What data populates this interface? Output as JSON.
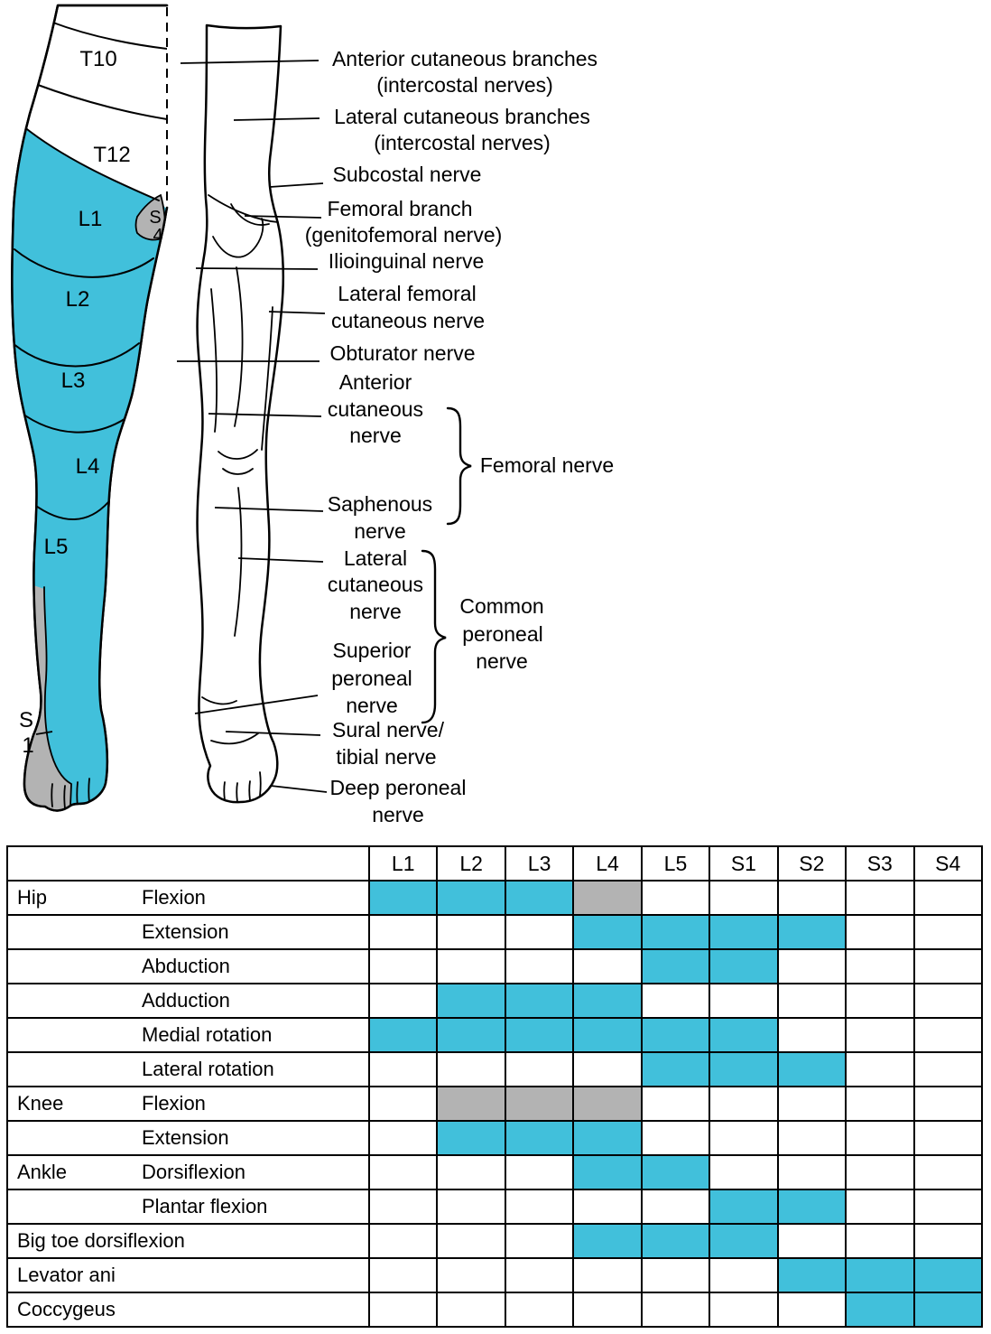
{
  "colors": {
    "cyan": "#41C0DB",
    "gray": "#B3B3B3"
  },
  "figure": {
    "dermatomes": {
      "t10": "T10",
      "t12": "T12",
      "l1": "L1",
      "l2": "L2",
      "l3": "L3",
      "l4": "L4",
      "l5": "L5",
      "s4_line1": "S",
      "s4_line2": "4",
      "s1_line1": "S",
      "s1_line2": "1"
    },
    "nerves": [
      {
        "lines": [
          "Anterior cutaneous branches",
          "(intercostal nerves)"
        ]
      },
      {
        "lines": [
          "Lateral cutaneous branches",
          "(intercostal nerves)"
        ]
      },
      {
        "lines": [
          "Subcostal nerve"
        ]
      },
      {
        "lines": [
          "Femoral branch",
          "(genitofemoral nerve)"
        ]
      },
      {
        "lines": [
          "Ilioinguinal nerve"
        ]
      },
      {
        "lines": [
          "Lateral femoral",
          "cutaneous nerve"
        ]
      },
      {
        "lines": [
          "Obturator nerve"
        ]
      },
      {
        "lines": [
          "Anterior",
          "cutaneous",
          "nerve"
        ]
      },
      {
        "lines": [
          "Femoral nerve"
        ]
      },
      {
        "lines": [
          "Saphenous",
          "nerve"
        ]
      },
      {
        "lines": [
          "Lateral",
          "cutaneous",
          "nerve"
        ]
      },
      {
        "lines": [
          "Common",
          "peroneal",
          "nerve"
        ]
      },
      {
        "lines": [
          "Superior",
          "peroneal",
          "nerve"
        ]
      },
      {
        "lines": [
          "Sural nerve/",
          "tibial nerve"
        ]
      },
      {
        "lines": [
          "Deep peroneal",
          "nerve"
        ]
      }
    ]
  },
  "table": {
    "columns": [
      "L1",
      "L2",
      "L3",
      "L4",
      "L5",
      "S1",
      "S2",
      "S3",
      "S4"
    ],
    "rows": [
      {
        "category": "Hip",
        "movement": "Flexion",
        "cells": [
          "cyan",
          "cyan",
          "cyan",
          "gray",
          "",
          "",
          "",
          "",
          ""
        ]
      },
      {
        "category": "",
        "movement": "Extension",
        "cells": [
          "",
          "",
          "",
          "cyan",
          "cyan",
          "cyan",
          "cyan",
          "",
          ""
        ]
      },
      {
        "category": "",
        "movement": "Abduction",
        "cells": [
          "",
          "",
          "",
          "",
          "cyan",
          "cyan",
          "",
          "",
          ""
        ]
      },
      {
        "category": "",
        "movement": "Adduction",
        "cells": [
          "",
          "cyan",
          "cyan",
          "cyan",
          "",
          "",
          "",
          "",
          ""
        ]
      },
      {
        "category": "",
        "movement": "Medial rotation",
        "cells": [
          "cyan",
          "cyan",
          "cyan",
          "cyan",
          "cyan",
          "cyan",
          "",
          "",
          ""
        ]
      },
      {
        "category": "",
        "movement": "Lateral rotation",
        "cells": [
          "",
          "",
          "",
          "",
          "cyan",
          "cyan",
          "cyan",
          "",
          ""
        ]
      },
      {
        "category": "Knee",
        "movement": "Flexion",
        "cells": [
          "",
          "gray",
          "gray",
          "gray",
          "",
          "",
          "",
          "",
          ""
        ]
      },
      {
        "category": "",
        "movement": "Extension",
        "cells": [
          "",
          "cyan",
          "cyan",
          "cyan",
          "",
          "",
          "",
          "",
          ""
        ]
      },
      {
        "category": "Ankle",
        "movement": "Dorsiflexion",
        "cells": [
          "",
          "",
          "",
          "cyan",
          "cyan",
          "",
          "",
          "",
          ""
        ]
      },
      {
        "category": "",
        "movement": "Plantar flexion",
        "cells": [
          "",
          "",
          "",
          "",
          "",
          "cyan",
          "cyan",
          "",
          ""
        ]
      },
      {
        "category": "Big toe dorsiflexion",
        "movement": "",
        "cells": [
          "",
          "",
          "",
          "cyan",
          "cyan",
          "cyan",
          "",
          "",
          ""
        ]
      },
      {
        "category": "Levator ani",
        "movement": "",
        "cells": [
          "",
          "",
          "",
          "",
          "",
          "",
          "cyan",
          "cyan",
          "cyan"
        ]
      },
      {
        "category": "Coccygeus",
        "movement": "",
        "cells": [
          "",
          "",
          "",
          "",
          "",
          "",
          "",
          "cyan",
          "cyan"
        ]
      }
    ]
  }
}
